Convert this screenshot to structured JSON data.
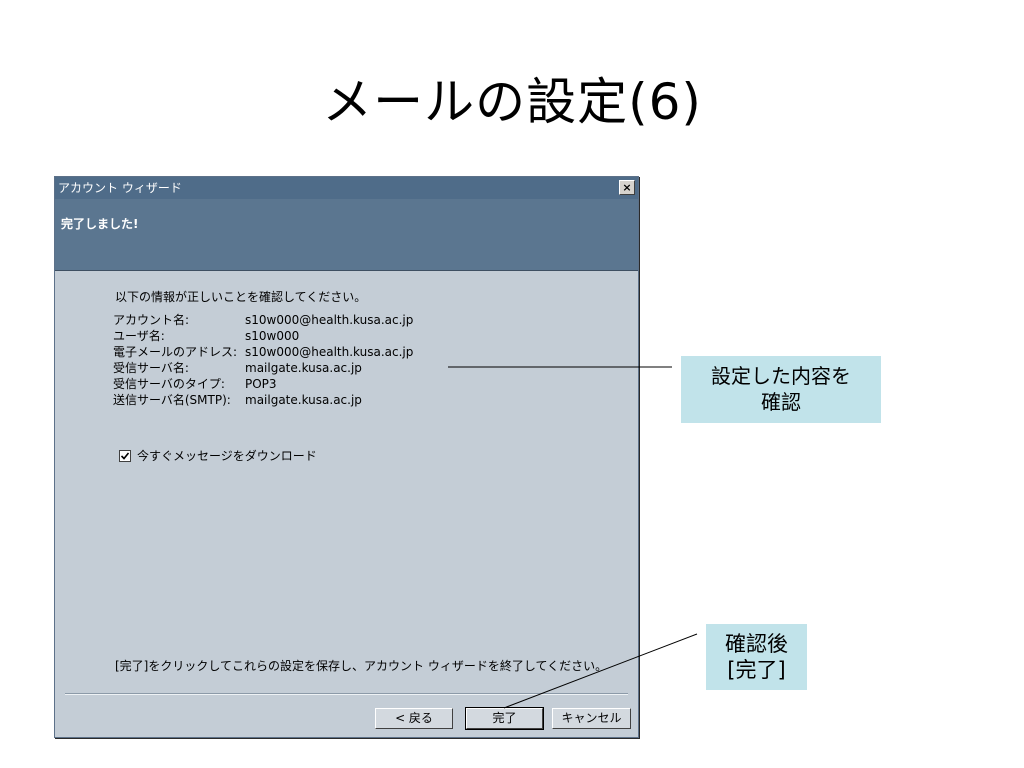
{
  "slide": {
    "title": "メールの設定(6)"
  },
  "window": {
    "title": "アカウント ウィザード",
    "close_label": "×",
    "header_title": "完了しました!",
    "intro": "以下の情報が正しいことを確認してください。",
    "info_rows": [
      {
        "label": "アカウント名:",
        "value": "s10w000@health.kusa.ac.jp"
      },
      {
        "label": "ユーザ名:",
        "value": "s10w000"
      },
      {
        "label": "電子メールのアドレス:",
        "value": "s10w000@health.kusa.ac.jp"
      },
      {
        "label": "受信サーバ名:",
        "value": "mailgate.kusa.ac.jp"
      },
      {
        "label": "受信サーバのタイプ:",
        "value": "POP3"
      },
      {
        "label": "送信サーバ名(SMTP):",
        "value": "mailgate.kusa.ac.jp"
      }
    ],
    "download_checkbox": {
      "label": "今すぐメッセージをダウンロード",
      "checked": true
    },
    "footer_text": "[完了]をクリックしてこれらの設定を保存し、アカウント ウィザードを終了してください。",
    "buttons": {
      "back": "< 戻る",
      "finish": "完了",
      "cancel": "キャンセル"
    }
  },
  "callouts": {
    "confirm_line1": "設定した内容を",
    "confirm_line2": "確認",
    "after_line1": "確認後",
    "after_line2": "[完了]"
  },
  "colors": {
    "titlebar": "#4f6c89",
    "header_band": "#5b7690",
    "window_bg": "#c4cdd6",
    "callout_bg": "#c1e3ea"
  }
}
